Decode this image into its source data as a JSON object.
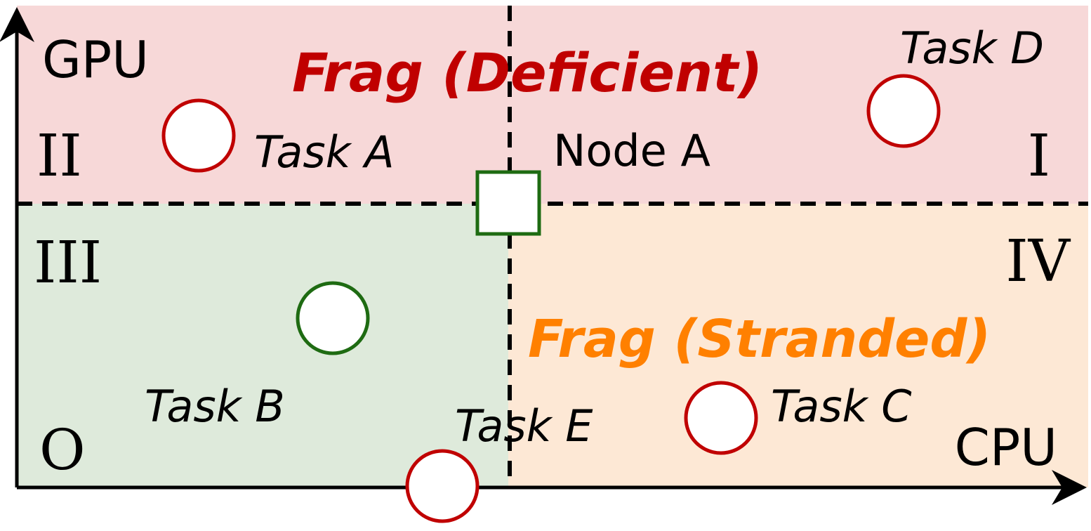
{
  "axes": {
    "y_label": "GPU",
    "x_label": "CPU",
    "origin_label": "O"
  },
  "quadrants": {
    "q1": "I",
    "q2": "II",
    "q3": "III",
    "q4": "IV"
  },
  "regions": {
    "deficient": "Frag (Deficient)",
    "stranded": "Frag (Stranded)"
  },
  "node": {
    "label": "Node A"
  },
  "tasks": {
    "a": "Task A",
    "b": "Task B",
    "c": "Task C",
    "d": "Task D",
    "e": "Task E"
  },
  "colors": {
    "deficient_fill": "#f7d8d8",
    "stranded_fill": "#fde8d5",
    "fit_fill": "#deeadb",
    "deficient_text": "#c00000",
    "stranded_text": "#ff8000",
    "task_fail_stroke": "#c00000",
    "task_fit_stroke": "#1e6b12",
    "node_stroke": "#1e6b12",
    "axis": "#000000"
  }
}
